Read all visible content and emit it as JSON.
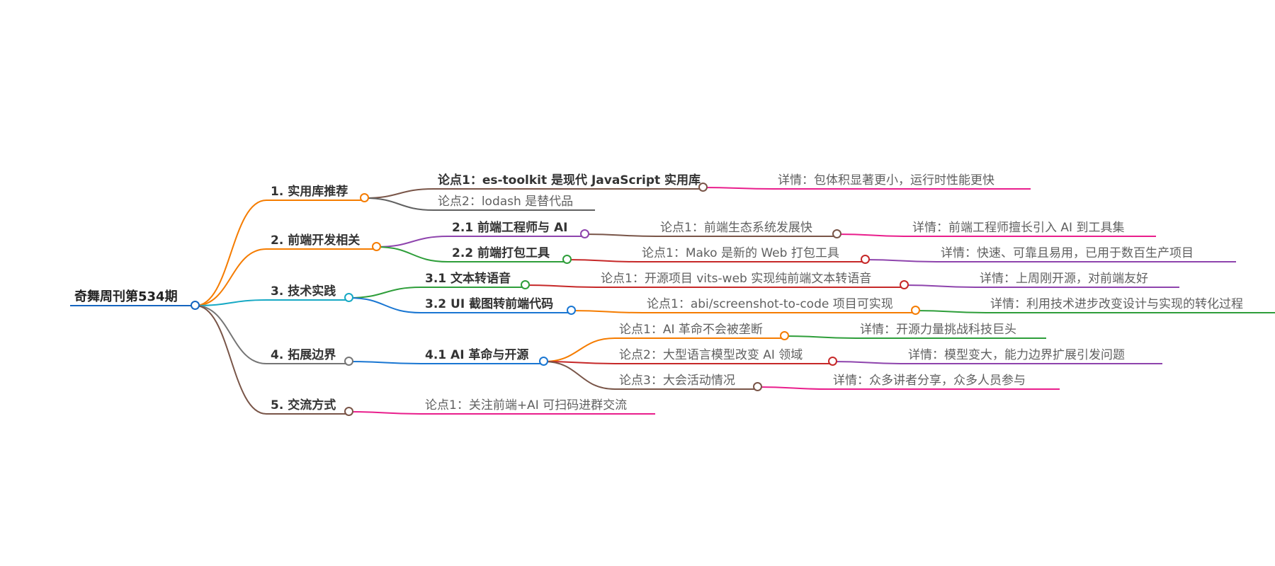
{
  "mindmap": {
    "root": {
      "label": "奇舞周刊第534期",
      "color": "#1565c0",
      "children": [
        {
          "label": "1. 实用库推荐",
          "color": "#f57c00",
          "children": [
            {
              "label": "论点1：es-toolkit 是现代 JavaScript 实用库",
              "color": "#795548",
              "children": [
                {
                  "label": "详情：包体积显著更小，运行时性能更快",
                  "color": "#e91e8c",
                  "children": []
                }
              ]
            },
            {
              "label": "论点2：lodash 是替代品",
              "color": "#616161",
              "children": []
            }
          ]
        },
        {
          "label": "2. 前端开发相关",
          "color": "#f57c00",
          "children": [
            {
              "label": "2.1 前端工程师与 AI",
              "color": "#8e44ad",
              "children": [
                {
                  "label": "论点1：前端生态系统发展快",
                  "color": "#795548",
                  "children": [
                    {
                      "label": "详情：前端工程师擅长引入 AI 到工具集",
                      "color": "#e91e8c",
                      "children": []
                    }
                  ]
                }
              ]
            },
            {
              "label": "2.2 前端打包工具",
              "color": "#2e9e3a",
              "children": [
                {
                  "label": "论点1：Mako 是新的 Web 打包工具",
                  "color": "#c62828",
                  "children": [
                    {
                      "label": "详情：快速、可靠且易用，已用于数百生产项目",
                      "color": "#8e44ad",
                      "children": []
                    }
                  ]
                }
              ]
            }
          ]
        },
        {
          "label": "3. 技术实践",
          "color": "#17a9c4",
          "children": [
            {
              "label": "3.1 文本转语音",
              "color": "#2e9e3a",
              "children": [
                {
                  "label": "论点1：开源项目 vits-web 实现纯前端文本转语音",
                  "color": "#c62828",
                  "children": [
                    {
                      "label": "详情：上周刚开源，对前端友好",
                      "color": "#8e44ad",
                      "children": []
                    }
                  ]
                }
              ]
            },
            {
              "label": "3.2 UI 截图转前端代码",
              "color": "#1976d2",
              "children": [
                {
                  "label": "论点1：abi/screenshot-to-code 项目可实现",
                  "color": "#f57c00",
                  "children": [
                    {
                      "label": "详情：利用技术进步改变设计与实现的转化过程",
                      "color": "#2e9e3a",
                      "children": []
                    }
                  ]
                }
              ]
            }
          ]
        },
        {
          "label": "4. 拓展边界",
          "color": "#757575",
          "children": [
            {
              "label": "4.1 AI 革命与开源",
              "color": "#1976d2",
              "children": [
                {
                  "label": "论点1：AI 革命不会被垄断",
                  "color": "#f57c00",
                  "children": [
                    {
                      "label": "详情：开源力量挑战科技巨头",
                      "color": "#2e9e3a",
                      "children": []
                    }
                  ]
                },
                {
                  "label": "论点2：大型语言模型改变 AI 领域",
                  "color": "#c62828",
                  "children": [
                    {
                      "label": "详情：模型变大，能力边界扩展引发问题",
                      "color": "#8e44ad",
                      "children": []
                    }
                  ]
                },
                {
                  "label": "论点3：大会活动情况",
                  "color": "#795548",
                  "children": [
                    {
                      "label": "详情：众多讲者分享，众多人员参与",
                      "color": "#e91e8c",
                      "children": []
                    }
                  ]
                }
              ]
            }
          ]
        },
        {
          "label": "5. 交流方式",
          "color": "#795548",
          "children": [
            {
              "label": "论点1：关注前端+AI 可扫码进群交流",
              "color": "#e91e8c",
              "children": []
            }
          ]
        }
      ]
    }
  }
}
